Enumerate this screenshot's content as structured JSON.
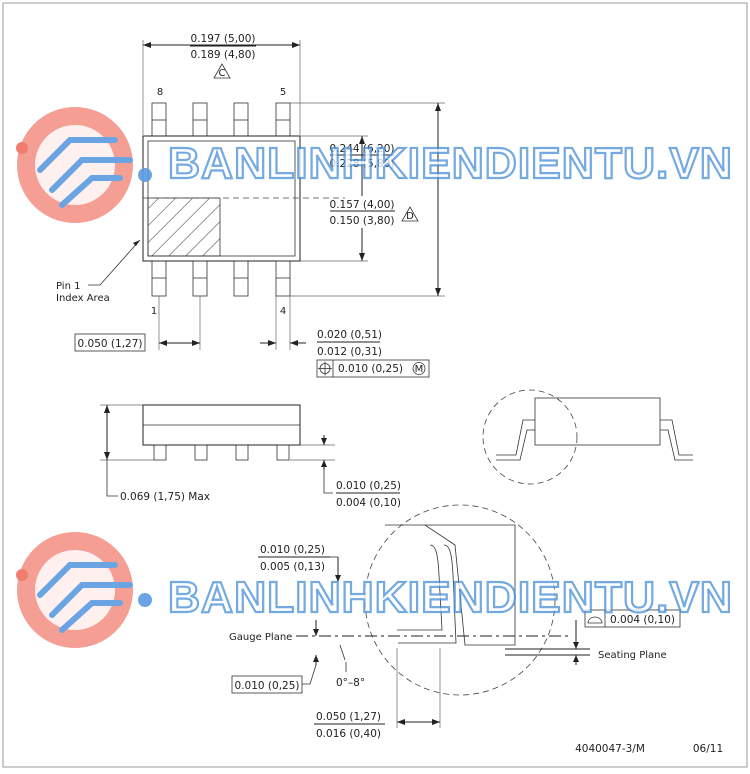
{
  "top_view": {
    "width_max": "0.197 (5,00)",
    "width_min": "0.189 (4,80)",
    "note_c": "C",
    "pin_8": "8",
    "pin_5": "5",
    "pin_1": "1",
    "pin_4": "4",
    "overall_max": "0.244 (6,20)",
    "overall_min": "0.228 (5,80)",
    "body_max": "0.157 (4,00)",
    "body_min": "0.150 (3,80)",
    "note_d": "D",
    "pin1_label_line1": "Pin 1",
    "pin1_label_line2": "Index Area",
    "pitch": "0.050 (1,27)",
    "lead_width_max": "0.020 (0,51)",
    "lead_width_min": "0.012 (0,31)",
    "tolerance": "0.010 (0,25)",
    "tolerance_modifier": "M"
  },
  "side_view": {
    "height_max": "0.069 (1,75) Max",
    "standoff_max": "0.010 (0,25)",
    "standoff_min": "0.004 (0,10)"
  },
  "detail_view": {
    "lead_thk_max": "0.010 (0,25)",
    "lead_thk_min": "0.005 (0,13)",
    "gauge_plane": "Gauge Plane",
    "gauge_dim": "0.010 (0,25)",
    "angle": "0°–8°",
    "seating_plane": "Seating Plane",
    "coplanarity": "0.004 (0,10)",
    "foot_max": "0.050 (1,27)",
    "foot_min": "0.016 (0,40)"
  },
  "footer": {
    "doc_number": "4040047-3/M",
    "date": "06/11"
  },
  "watermark": {
    "text": "BANLINHKIENDIENTU.VN",
    "colors": {
      "outline": "#4a90d9",
      "logo_red": "#f07060",
      "logo_blue": "#5b9be0"
    }
  }
}
